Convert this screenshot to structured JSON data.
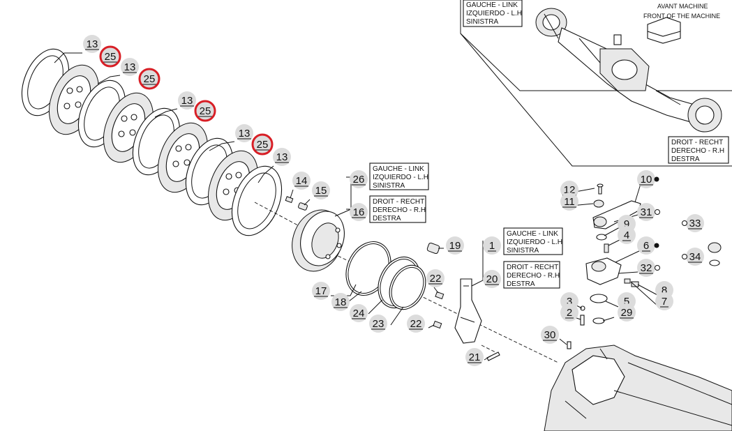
{
  "callouts": [
    {
      "id": "c13a",
      "num": "13",
      "underline": true
    },
    {
      "id": "c25a",
      "num": "25",
      "underline": true,
      "highlight": true
    },
    {
      "id": "c13b",
      "num": "13",
      "underline": true
    },
    {
      "id": "c25b",
      "num": "25",
      "underline": true,
      "highlight": true
    },
    {
      "id": "c13c",
      "num": "13",
      "underline": true
    },
    {
      "id": "c25c",
      "num": "25",
      "underline": true,
      "highlight": true
    },
    {
      "id": "c13d",
      "num": "13",
      "underline": true
    },
    {
      "id": "c25d",
      "num": "25",
      "underline": true,
      "highlight": true
    },
    {
      "id": "c13e",
      "num": "13",
      "underline": true
    },
    {
      "id": "c14",
      "num": "14",
      "underline": true
    },
    {
      "id": "c15",
      "num": "15",
      "underline": true
    },
    {
      "id": "c26",
      "num": "26",
      "underline": true
    },
    {
      "id": "c16",
      "num": "16",
      "underline": true
    },
    {
      "id": "c17",
      "num": "17",
      "underline": true
    },
    {
      "id": "c18",
      "num": "18",
      "underline": true
    },
    {
      "id": "c24",
      "num": "24",
      "underline": true
    },
    {
      "id": "c23",
      "num": "23",
      "underline": true
    },
    {
      "id": "c19",
      "num": "19",
      "underline": true
    },
    {
      "id": "c1",
      "num": "1",
      "underline": true
    },
    {
      "id": "c20",
      "num": "20",
      "underline": true
    },
    {
      "id": "c22a",
      "num": "22",
      "underline": true
    },
    {
      "id": "c22b",
      "num": "22",
      "underline": true
    },
    {
      "id": "c21",
      "num": "21",
      "underline": true
    },
    {
      "id": "c12",
      "num": "12",
      "underline": true
    },
    {
      "id": "c11",
      "num": "11",
      "underline": true
    },
    {
      "id": "c10",
      "num": "10",
      "underline": true,
      "marker": "filled"
    },
    {
      "id": "c31",
      "num": "31",
      "underline": true,
      "marker": "open"
    },
    {
      "id": "c9",
      "num": "9",
      "underline": true
    },
    {
      "id": "c4",
      "num": "4",
      "underline": true
    },
    {
      "id": "c6",
      "num": "6",
      "underline": true,
      "marker": "filled"
    },
    {
      "id": "c32",
      "num": "32",
      "underline": true,
      "marker": "open"
    },
    {
      "id": "c33",
      "num": "33",
      "underline": true,
      "marker": "open-left"
    },
    {
      "id": "c34",
      "num": "34",
      "underline": true,
      "marker": "open-left"
    },
    {
      "id": "c8",
      "num": "8",
      "underline": true
    },
    {
      "id": "c7",
      "num": "7",
      "underline": true
    },
    {
      "id": "c3",
      "num": "3",
      "underline": true
    },
    {
      "id": "c2",
      "num": "2",
      "underline": true
    },
    {
      "id": "c5",
      "num": "5",
      "underline": true
    },
    {
      "id": "c29",
      "num": "29",
      "underline": true
    },
    {
      "id": "c30",
      "num": "30",
      "underline": true
    }
  ],
  "boxes": {
    "left_26": [
      "GAUCHE - LINK",
      "IZQUIERDO - L.H",
      "SINISTRA"
    ],
    "right_16": [
      "DROIT - RECHT",
      "DERECHO - R.H",
      "DESTRA"
    ],
    "left_1": [
      "GAUCHE - LINK",
      "IZQUIERDO - L.H",
      "SINISTRA"
    ],
    "right_20": [
      "DROIT - RECHT",
      "DERECHO - R.H",
      "DESTRA"
    ],
    "inset_left": [
      "GAUCHE - LINK",
      "IZQUIERDO - L.H",
      "SINISTRA"
    ],
    "inset_right": [
      "DROIT - RECHT",
      "DERECHO - R.H",
      "DESTRA"
    ]
  },
  "inset": {
    "front_label_1": "AVANT MACHINE",
    "front_label_2": "FRONT OF THE MACHINE"
  },
  "colors": {
    "highlight": "#d81f26",
    "bubble": "#dcdcdc",
    "ink": "#111111"
  }
}
